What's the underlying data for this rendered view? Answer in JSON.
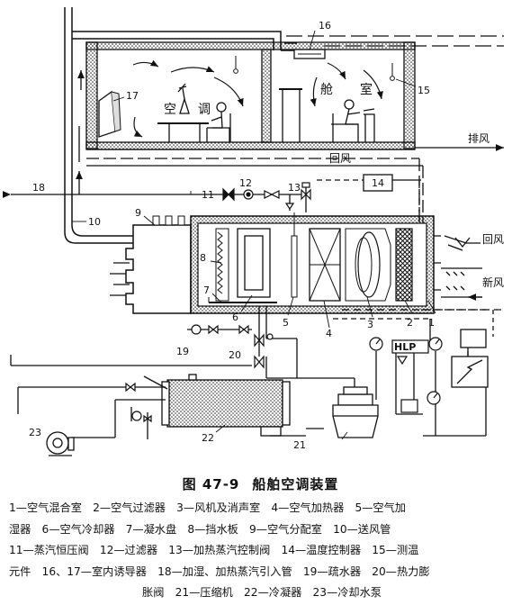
{
  "figure": {
    "labels": {
      "n1": "1",
      "n2": "2",
      "n3": "3",
      "n4": "4",
      "n5": "5",
      "n6": "6",
      "n7": "7",
      "n8": "8",
      "n9": "9",
      "n10": "10",
      "n11": "11",
      "n12": "12",
      "n13": "13",
      "n14": "14",
      "n15": "15",
      "n16": "16",
      "n17": "17",
      "n18": "18",
      "n19": "19",
      "n20": "20",
      "n21": "21",
      "n22": "22",
      "n23": "23",
      "room_left_1": "空",
      "room_left_2": "调",
      "room_right_1": "舱",
      "room_right_2": "室",
      "exhaust": "排风",
      "return_top": "回风",
      "return_right": "回风",
      "fresh_air": "新风",
      "hlp": "HLP"
    }
  },
  "caption": {
    "number": "图 47-9",
    "title": "船舶空调装置"
  },
  "legend": {
    "lines": [
      "1—空气混合室　2—空气过滤器　3—风机及消声室　4—空气加热器　5—空气加",
      "湿器　6—空气冷却器　7—凝水盘　8—挡水板　9—空气分配室　10—送风管",
      "11—蒸汽恒压阀　12—过滤器　13—加热蒸汽控制阀　14—温度控制器　15—测温",
      "元件　16、17—室内诱导器　18—加湿、加热蒸汽引入管　19—疏水器　20—热力膨",
      "胀阀　21—压缩机　22—冷凝器　23—冷却水泵"
    ]
  }
}
